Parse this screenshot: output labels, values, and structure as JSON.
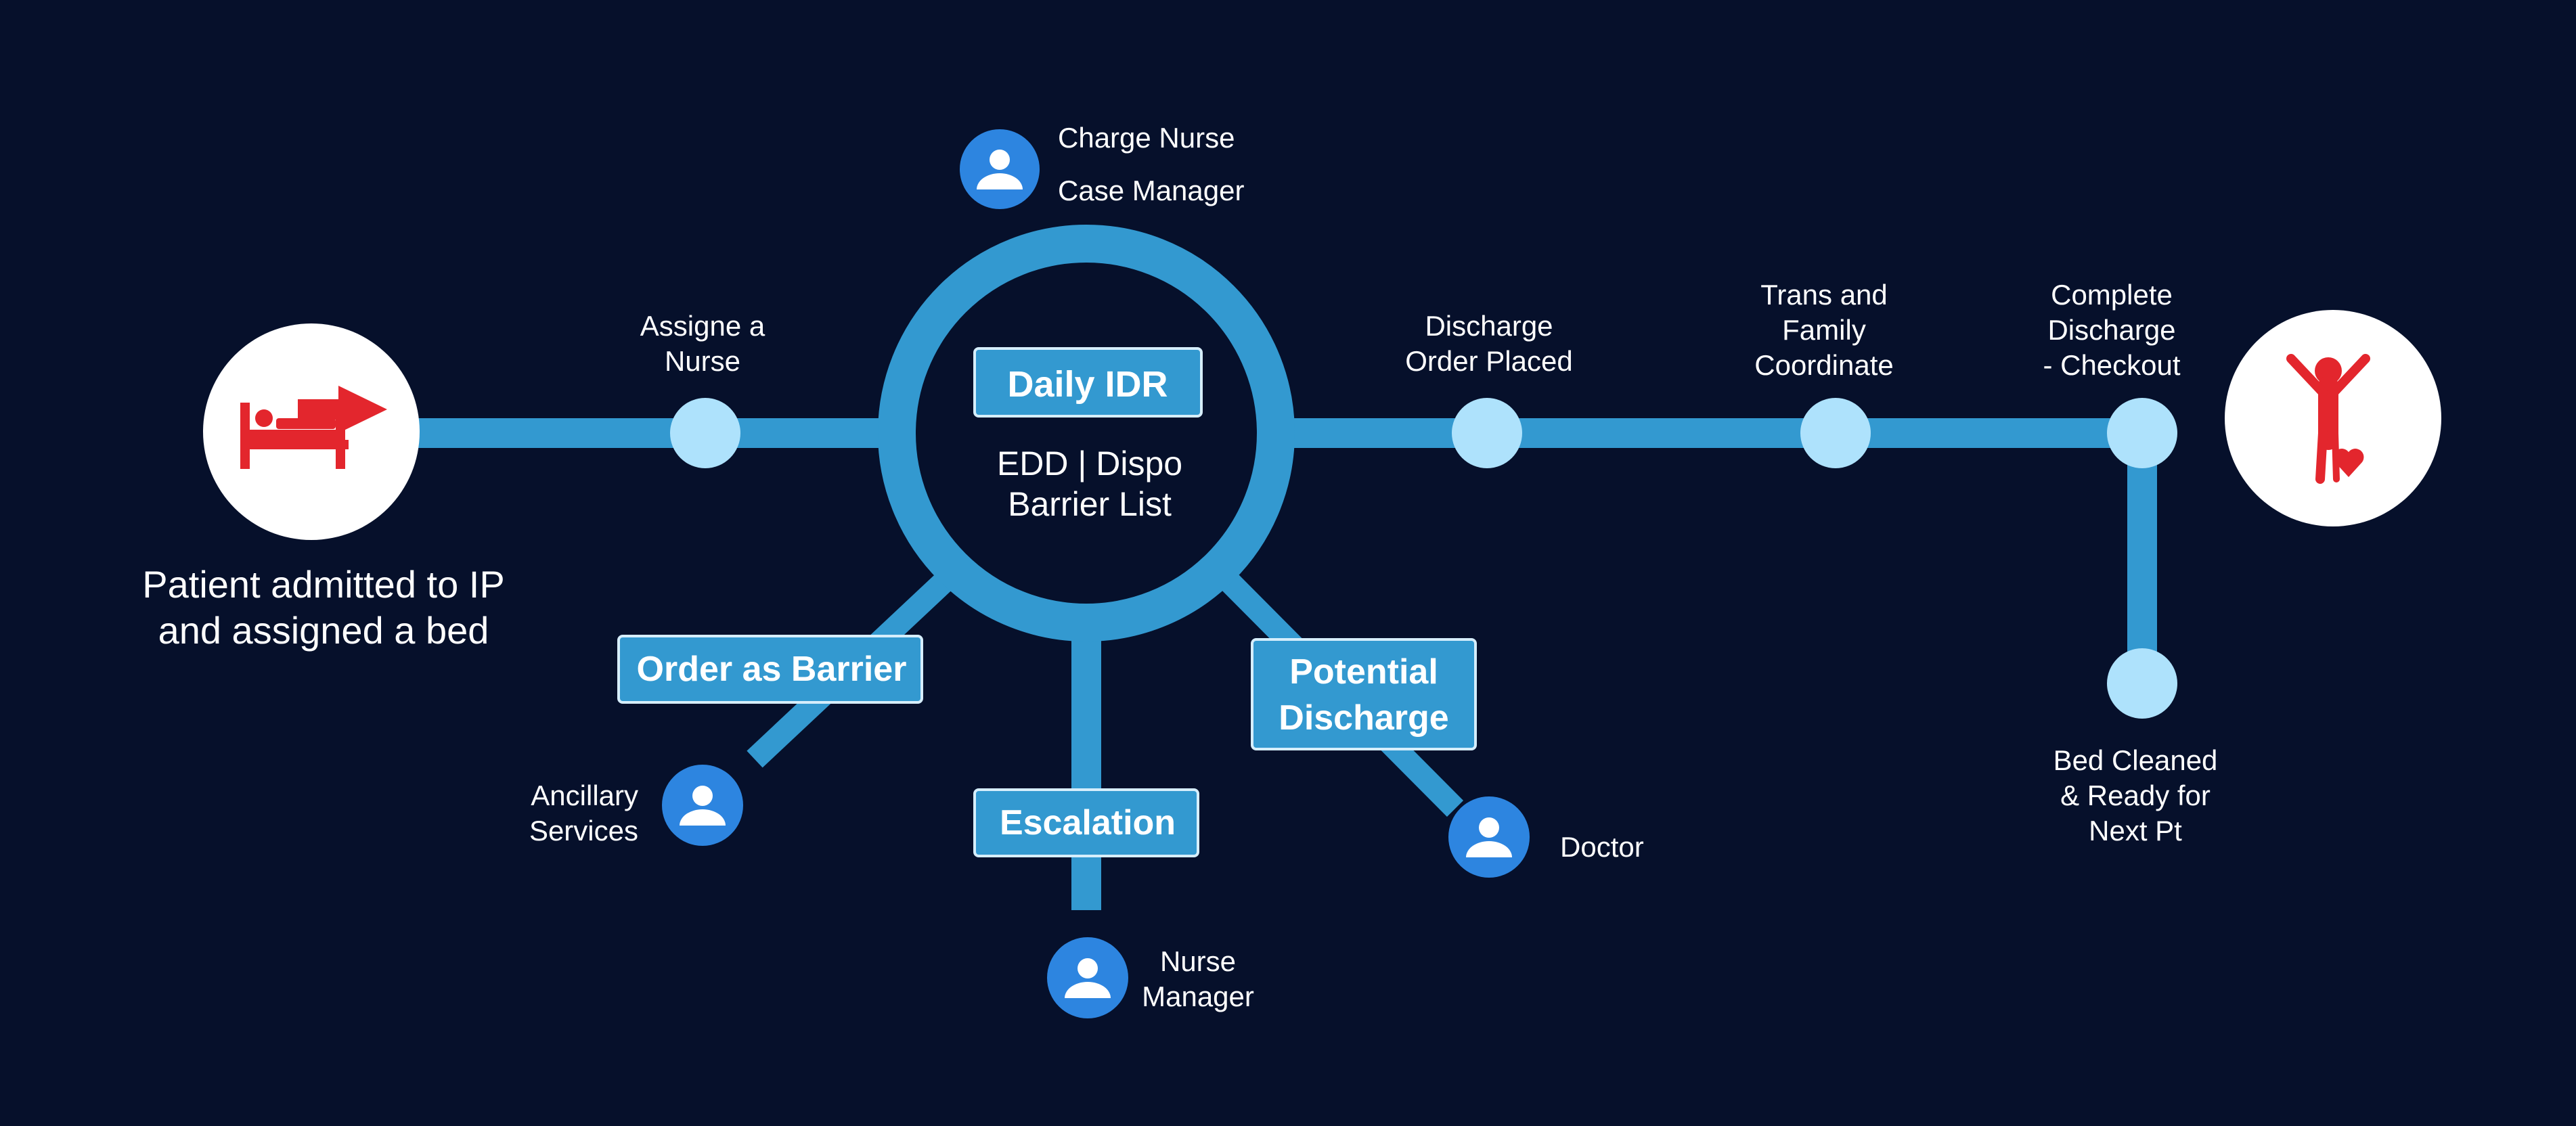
{
  "colors": {
    "background": "#06102b",
    "line": "#3399d0",
    "node": "#aee2fc",
    "person_circle": "#2d85e0",
    "box_fill": "#3399d0",
    "box_border": "#d6eefc",
    "icon_red": "#e3262d",
    "white_circle": "#ffffff"
  },
  "start": {
    "icon": "hospital-bed-arrow-icon",
    "label_line1": "Patient admitted to IP",
    "label_line2": "and assigned a bed"
  },
  "end": {
    "icon": "person-celebrating-heart-icon"
  },
  "hub": {
    "title": "Daily IDR",
    "line1": "EDD | Dispo",
    "line2": "Barrier List"
  },
  "steps": {
    "assign_nurse": [
      "Assigne a",
      "Nurse"
    ],
    "discharge_order": [
      "Discharge",
      "Order Placed"
    ],
    "trans_family": [
      "Trans and",
      "Family",
      "Coordinate"
    ],
    "complete_discharge": [
      "Complete",
      "Discharge",
      "- Checkout"
    ],
    "bed_cleaned": [
      "Bed Cleaned",
      "& Ready for",
      "Next Pt"
    ]
  },
  "branches": {
    "order_as_barrier": "Order as Barrier",
    "escalation": "Escalation",
    "potential_discharge": [
      "Potential",
      "Discharge"
    ]
  },
  "roles": {
    "charge_nurse": "Charge Nurse",
    "case_manager": "Case Manager",
    "ancillary": [
      "Ancillary",
      "Services"
    ],
    "nurse_manager": [
      "Nurse",
      "Manager"
    ],
    "doctor": "Doctor"
  }
}
